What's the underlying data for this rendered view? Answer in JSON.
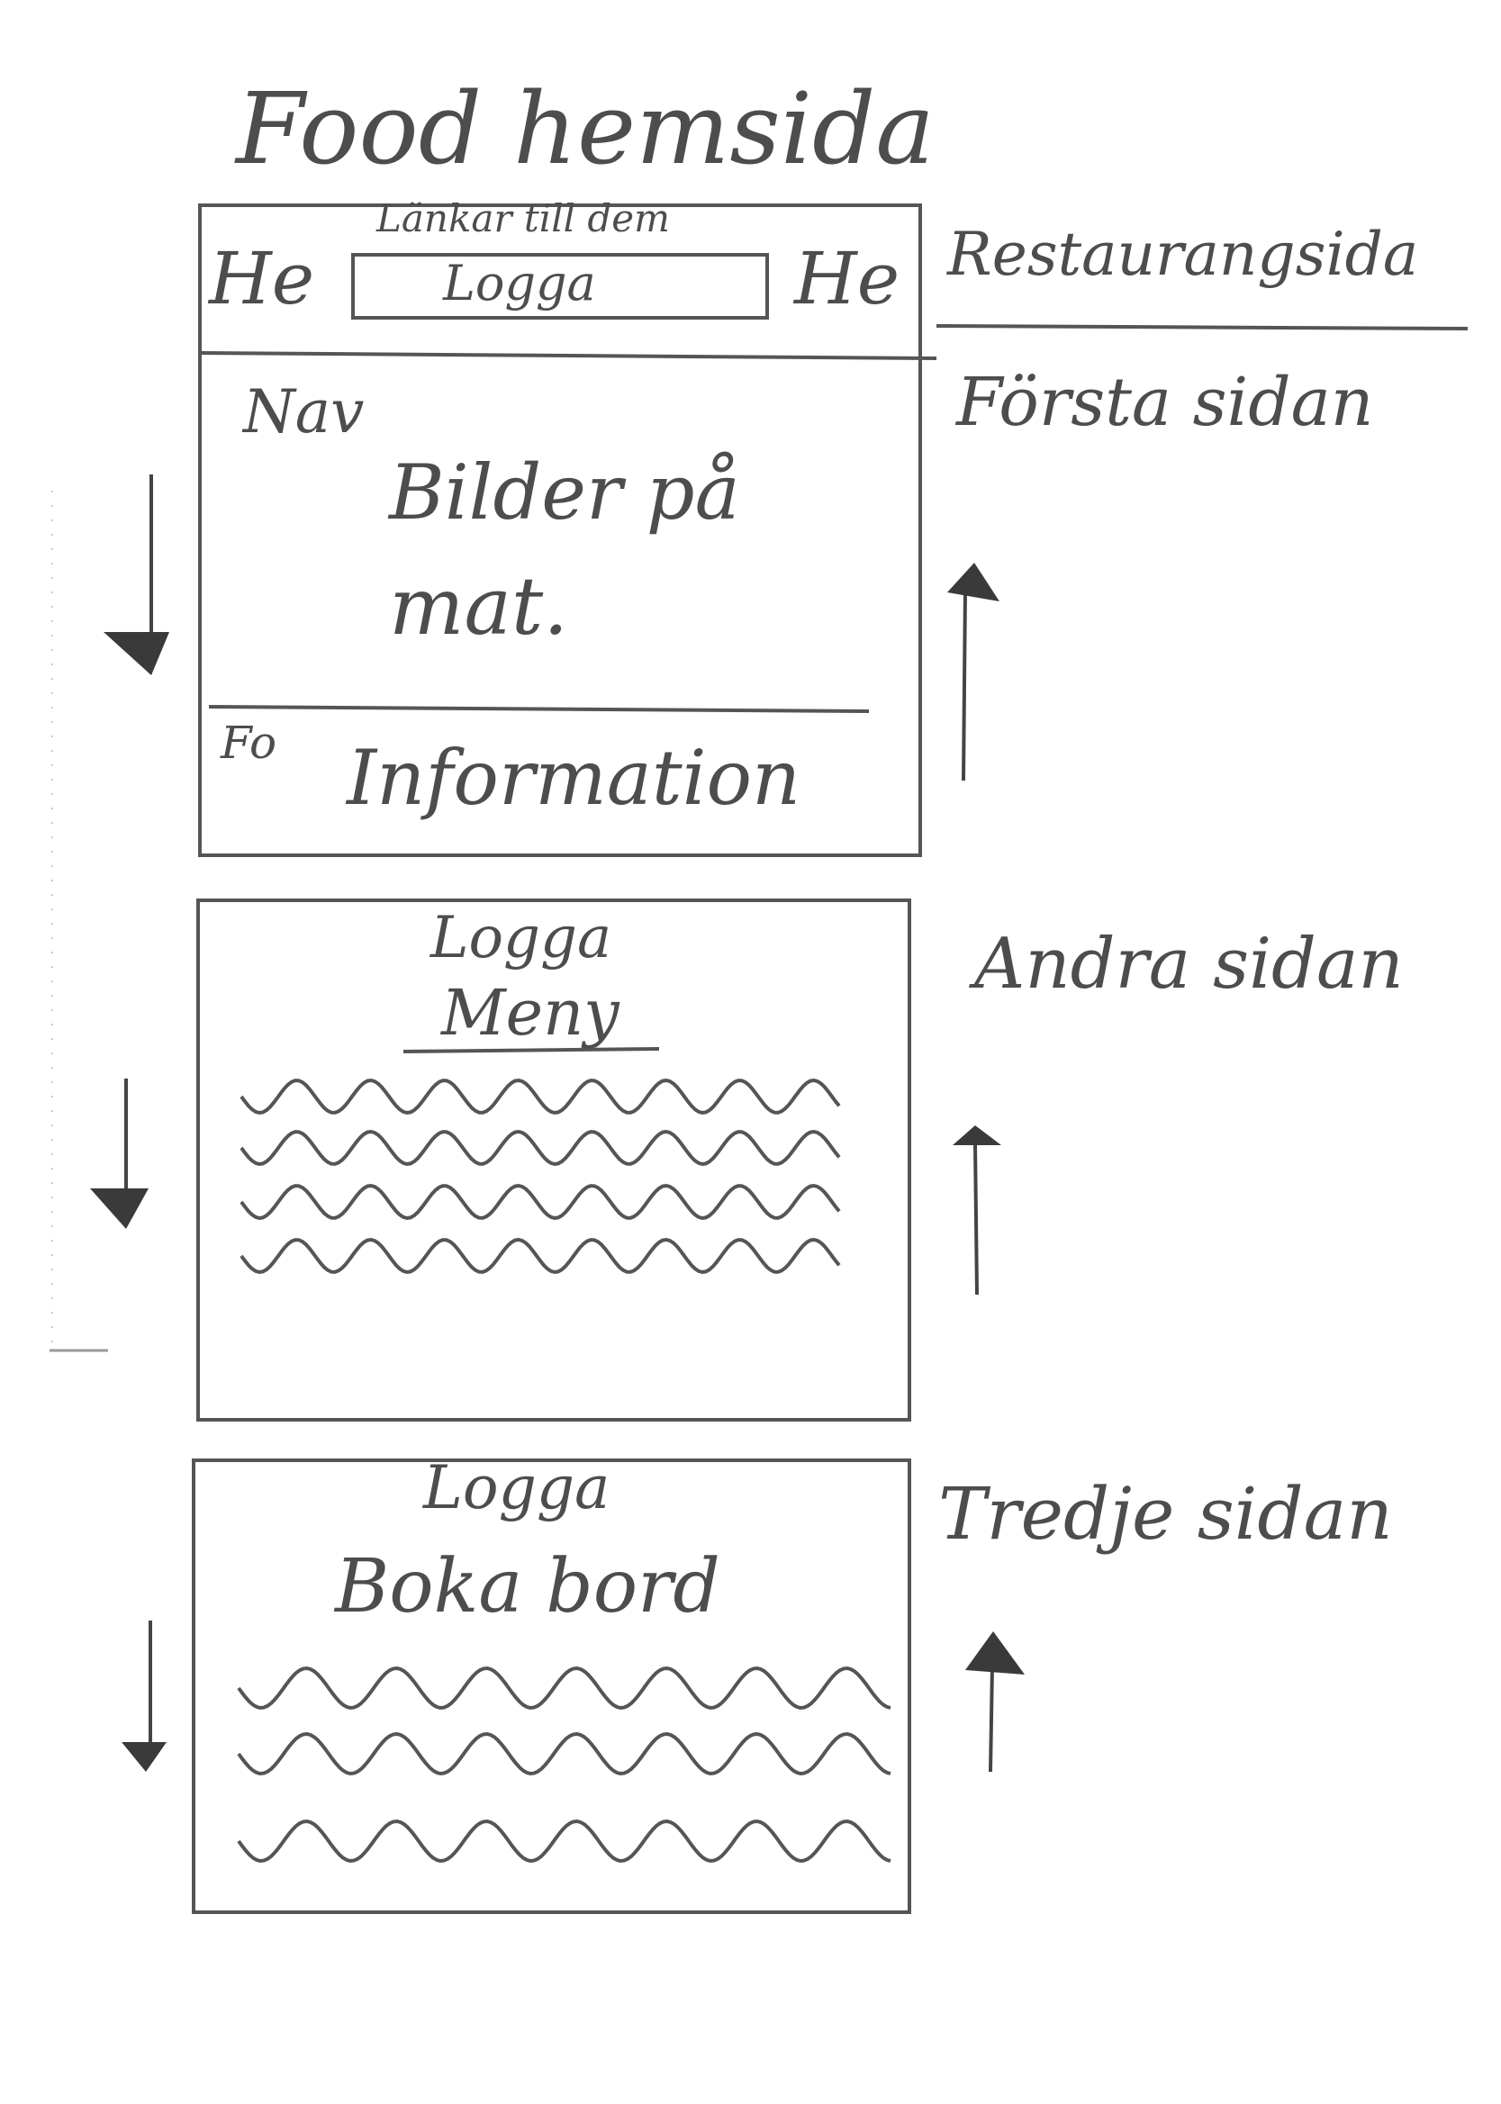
{
  "title": "Food hemsida",
  "site_label": "Restaurangsida",
  "ink_color": "#555555",
  "arrow_color": "#3a3a3a",
  "page1": {
    "side_label": "Första sidan",
    "header_left": "He",
    "header_links": "Länkar till dem",
    "header_logo": "Logga",
    "header_right": "He",
    "nav": "Nav",
    "content_line1": "Bilder på",
    "content_line2": "mat.",
    "footer_tag": "Fo",
    "footer_text": "Information"
  },
  "page2": {
    "side_label": "Andra sidan",
    "logo": "Logga",
    "heading": "Meny"
  },
  "page3": {
    "side_label": "Tredje sidan",
    "logo": "Logga",
    "heading": "Boka bord"
  }
}
